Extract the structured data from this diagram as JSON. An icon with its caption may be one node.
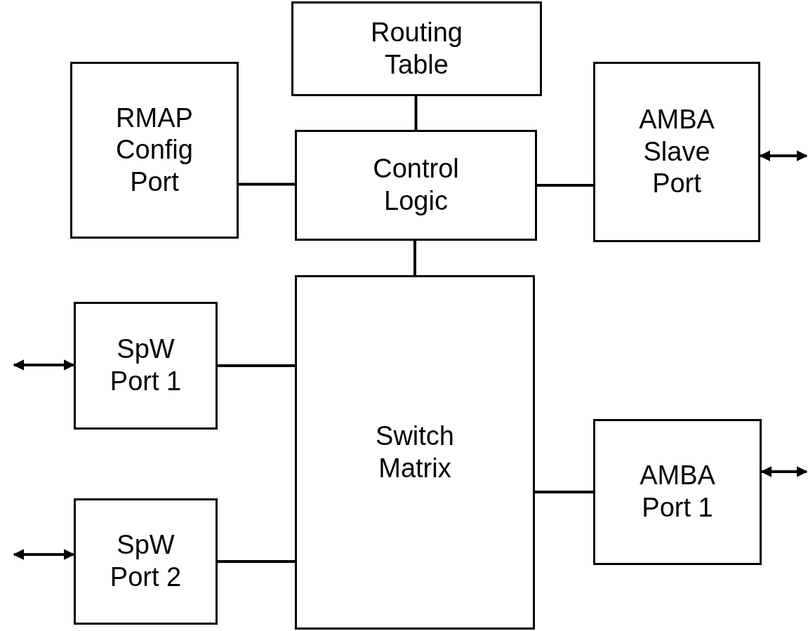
{
  "diagram": {
    "nodes": [
      {
        "text": [
          "Routing Table"
        ]
      },
      {
        "text": [
          "RMAP Config Port"
        ]
      },
      {
        "text": [
          "Control Logic"
        ]
      },
      {
        "text": [
          "AMBA Slave Port"
        ]
      },
      {
        "text": [
          "SpW Port 1"
        ]
      },
      {
        "text": [
          "Switch Matrix"
        ]
      },
      {
        "text": [
          "AMBA Port 1"
        ]
      },
      {
        "text": [
          "SpW Port 2"
        ]
      }
    ],
    "edges": [
      {
        "from": 0,
        "to": 2,
        "arrow": "none"
      },
      {
        "from": 1,
        "to": 2,
        "arrow": "none"
      },
      {
        "from": 2,
        "to": 3,
        "arrow": "none"
      },
      {
        "from": 2,
        "to": 5,
        "arrow": "none"
      },
      {
        "from": 4,
        "to": 5,
        "arrow": "none"
      },
      {
        "from": 7,
        "to": 5,
        "arrow": "none"
      },
      {
        "from": 5,
        "to": 6,
        "arrow": "none"
      },
      {
        "from": null,
        "to": 3,
        "arrow": "both"
      },
      {
        "from": null,
        "to": 4,
        "arrow": "both"
      },
      {
        "from": null,
        "to": 6,
        "arrow": "both"
      },
      {
        "from": null,
        "to": 7,
        "arrow": "both"
      }
    ]
  }
}
